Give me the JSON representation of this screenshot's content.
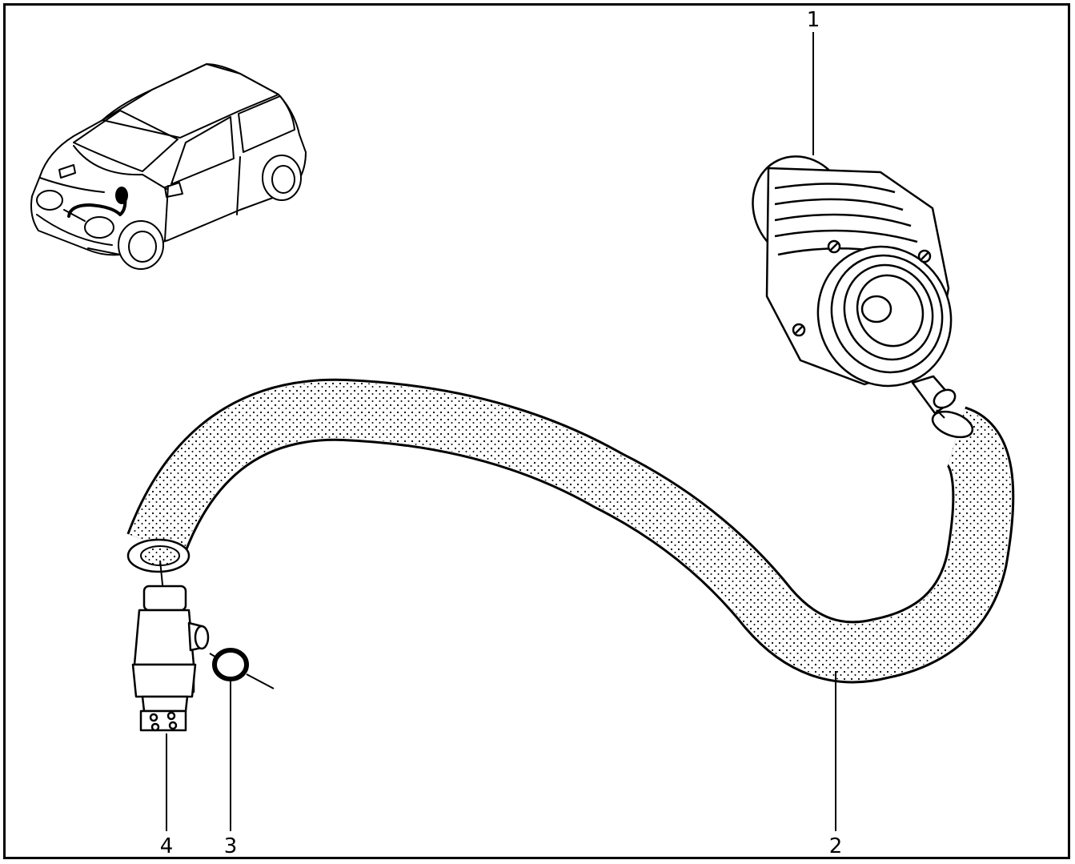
{
  "diagram": {
    "callouts": [
      {
        "id": "c1",
        "label": "1",
        "part": "air-flow-meter"
      },
      {
        "id": "c2",
        "label": "2",
        "part": "hose"
      },
      {
        "id": "c3",
        "label": "3",
        "part": "o-ring-seal"
      },
      {
        "id": "c4",
        "label": "4",
        "part": "sensor-valve"
      }
    ],
    "colors": {
      "line": "#000000",
      "paper": "#ffffff"
    }
  }
}
